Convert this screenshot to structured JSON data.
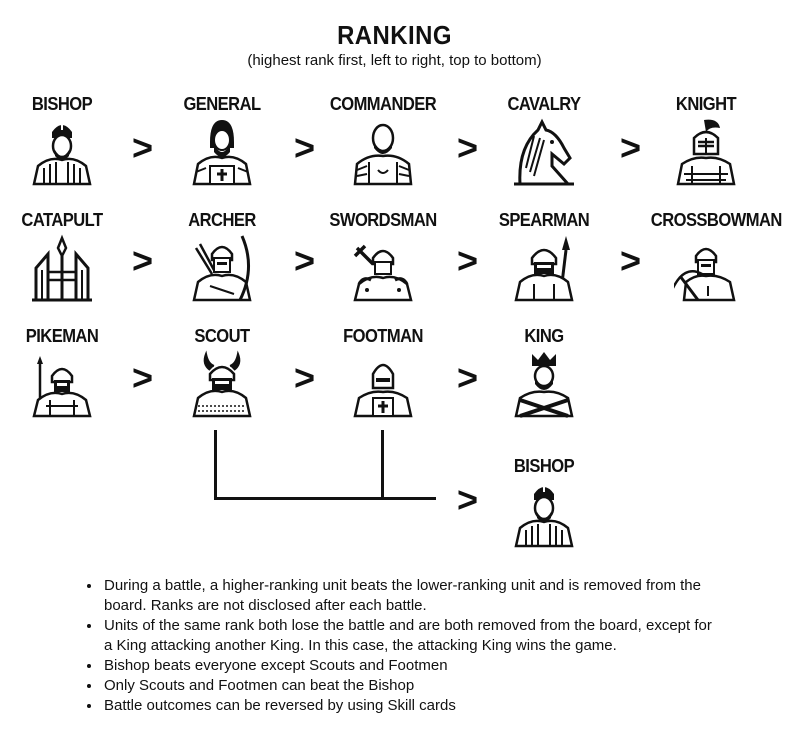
{
  "title": "RANKING",
  "subtitle": "(highest rank first, left to right, top to bottom)",
  "separator": ">",
  "rows": [
    [
      {
        "label": "BISHOP",
        "icon": "bishop-icon"
      },
      {
        "label": "GENERAL",
        "icon": "general-icon"
      },
      {
        "label": "COMMANDER",
        "icon": "commander-icon"
      },
      {
        "label": "CAVALRY",
        "icon": "cavalry-horse-icon"
      },
      {
        "label": "KNIGHT",
        "icon": "knight-helmet-icon"
      }
    ],
    [
      {
        "label": "CATAPULT",
        "icon": "catapult-icon"
      },
      {
        "label": "ARCHER",
        "icon": "archer-icon"
      },
      {
        "label": "SWORDSMAN",
        "icon": "swordsman-icon"
      },
      {
        "label": "SPEARMAN",
        "icon": "spearman-icon"
      },
      {
        "label": "CROSSBOWMAN",
        "icon": "crossbowman-icon"
      }
    ],
    [
      {
        "label": "PIKEMAN",
        "icon": "pikeman-icon"
      },
      {
        "label": "SCOUT",
        "icon": "scout-horned-helmet-icon"
      },
      {
        "label": "FOOTMAN",
        "icon": "footman-icon"
      },
      {
        "label": "KING",
        "icon": "king-crown-icon"
      }
    ]
  ],
  "exception": {
    "label": "BISHOP",
    "icon": "bishop-icon"
  },
  "rules": [
    "During a battle, a higher-ranking unit beats the lower-ranking unit and is removed from the board. Ranks are not disclosed after each battle.",
    "Units of the same rank both lose the battle and are both removed from the board, except for a King attacking another King. In this case, the attacking King wins the game.",
    "Bishop beats everyone except Scouts and Footmen",
    "Only Scouts and Footmen can beat the Bishop",
    "Battle outcomes can be reversed by using Skill cards"
  ]
}
